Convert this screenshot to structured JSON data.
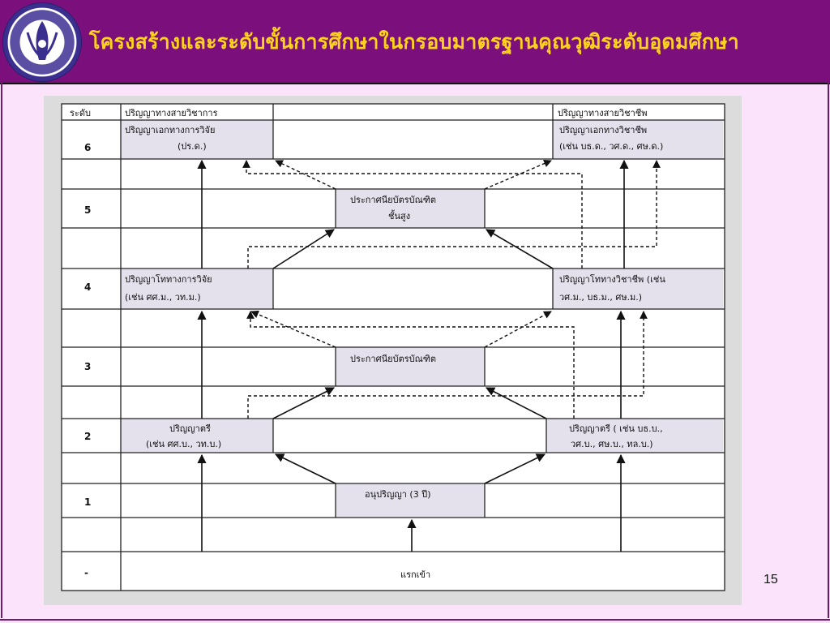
{
  "header": {
    "title": "โครงสร้างและระดับขั้นการศึกษาในกรอบมาตรฐานคุณวุฒิระดับอุดมศึกษา",
    "bg_color": "#7b0f7b",
    "title_color": "#ffd21f"
  },
  "logo": {
    "icon": "university-seal-icon"
  },
  "diagram": {
    "level_header": "ระดับ",
    "col_academic": "ปริญญาทางสายวิชาการ",
    "col_professional": "ปริญญาทางสายวิชาชีพ",
    "levels": [
      "6",
      "5",
      "4",
      "3",
      "2",
      "1",
      "-"
    ],
    "nodes": {
      "phd_academic": [
        "ปริญญาเอกทางการวิจัย",
        "(ปร.ด.)"
      ],
      "phd_professional": [
        "ปริญญาเอกทางวิชาชีพ",
        "(เช่น บธ.ด., วศ.ด., ศษ.ด.)"
      ],
      "higher_grad_diploma": [
        "ประกาศนียบัตรบัณฑิต",
        "ชั้นสูง"
      ],
      "master_academic": [
        "ปริญญาโททางการวิจัย",
        "(เช่น ศศ.ม., วท.ม.)"
      ],
      "master_professional": [
        "ปริญญาโททางวิชาชีพ (เช่น",
        "วศ.ม., บธ.ม., ศษ.ม.)"
      ],
      "grad_diploma": [
        "ประกาศนียบัตรบัณฑิต"
      ],
      "bachelor_academic": [
        "ปริญญาตรี",
        "(เช่น ศศ.บ., วท.บ.)"
      ],
      "bachelor_professional": [
        "ปริญญาตรี ( เช่น บธ.บ.,",
        "วศ.บ., ศษ.บ., ทล.บ.)"
      ],
      "associate": [
        "อนุปริญญา (3 ปี)"
      ],
      "entry": [
        "แรกเข้า"
      ]
    }
  },
  "page_number": "15"
}
